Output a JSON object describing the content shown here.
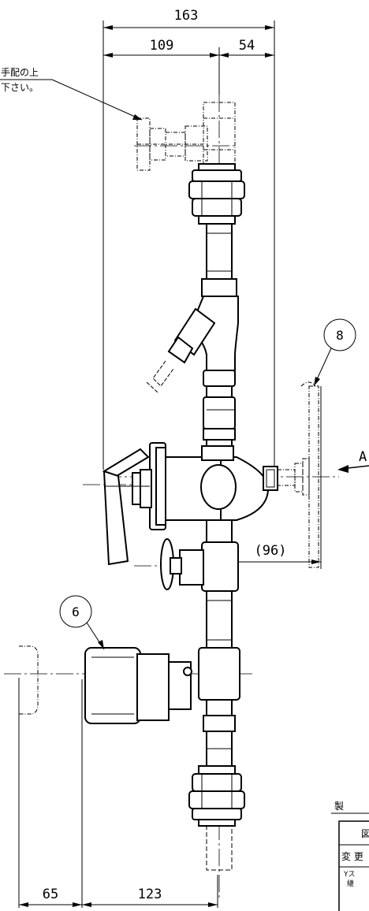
{
  "dimensions": {
    "overall_width": "163",
    "left_width": "109",
    "right_width": "54",
    "handle_reach": "(96)",
    "bottom_left": "65",
    "bottom_right": "123"
  },
  "note": {
    "line1": "手配の上",
    "line2": "下さい。"
  },
  "callouts": {
    "item_8": "8",
    "item_6": "6",
    "view_a": "A"
  },
  "title_block": {
    "header_char": "製",
    "row1": "図",
    "row2": "変 更",
    "row3_line1": "Yス",
    "row3_line2": "継"
  }
}
